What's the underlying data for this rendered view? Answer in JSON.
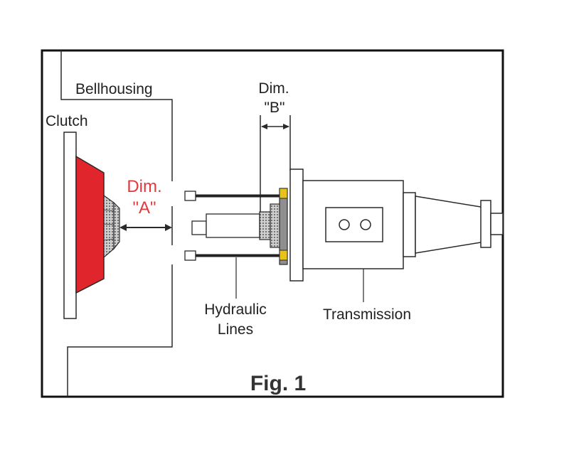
{
  "labels": {
    "bellhousing": "Bellhousing",
    "clutch": "Clutch",
    "dim_b_line1": "Dim.",
    "dim_b_line2": "\"B\"",
    "dim_a_line1": "Dim.",
    "dim_a_line2": "\"A\"",
    "hydraulic_line1": "Hydraulic",
    "hydraulic_line2": "Lines",
    "transmission": "Transmission",
    "figure": "Fig. 1"
  },
  "colors": {
    "frame": "#111111",
    "clutch_red": "#e0262c",
    "dim_a_text": "#e03a3e",
    "bearing_gray": "#9a9a9a",
    "fitting_yellow": "#e8c21a"
  }
}
